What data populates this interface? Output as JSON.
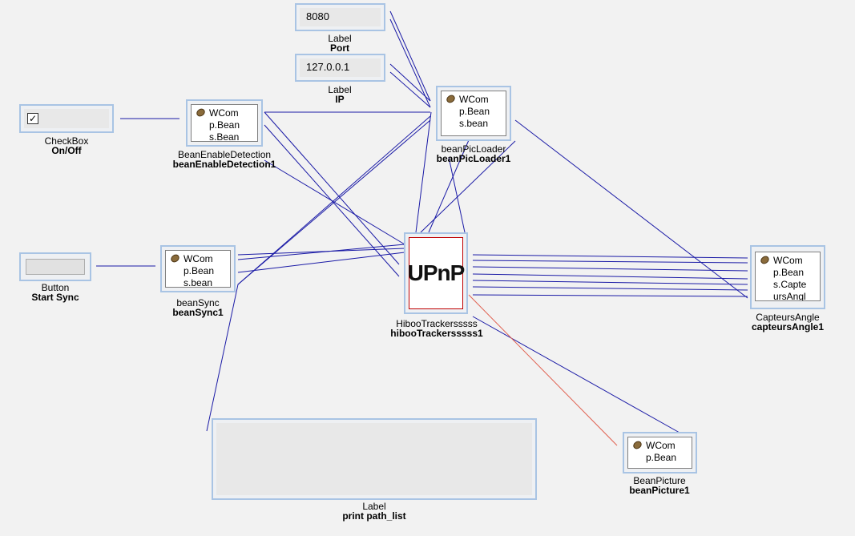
{
  "nodes": {
    "port_label": {
      "value": "8080",
      "type": "Label",
      "name": "Port"
    },
    "ip_label": {
      "value": "127.0.0.1",
      "type": "Label",
      "name": "IP"
    },
    "checkbox": {
      "type": "CheckBox",
      "name": "On/Off",
      "checked": true,
      "check_glyph": "✓"
    },
    "bean_enable_detection": {
      "lines": "WCom\np.Bean\ns.Bean",
      "type": "BeanEnableDetection",
      "name": "beanEnableDetection1"
    },
    "bean_pic_loader": {
      "lines": "WCom\np.Bean\ns.bean",
      "type": "beanPicLoader",
      "name": "beanPicLoader1"
    },
    "button": {
      "type": "Button",
      "name": "Start Sync"
    },
    "bean_sync": {
      "lines": "WCom\np.Bean\ns.bean",
      "type": "beanSync",
      "name": "beanSync1"
    },
    "hiboo": {
      "logo": "UPnP",
      "type": "HibooTrackersssss",
      "name": "hibooTrackersssss1"
    },
    "capteurs": {
      "lines": "WCom\np.Bean\ns.Capte\nursAngl",
      "type": "CapteursAngle",
      "name": "capteursAngle1"
    },
    "bean_picture": {
      "lines": "WCom\np.Bean",
      "type": "BeanPicture",
      "name": "beanPicture1"
    },
    "path_list": {
      "type": "Label",
      "name": "print path_list"
    }
  },
  "colors": {
    "wire": "#1a1aa6",
    "wire_alt": "#e06050",
    "node_border": "#a9c4e4",
    "node_bg": "#eef0f3"
  }
}
